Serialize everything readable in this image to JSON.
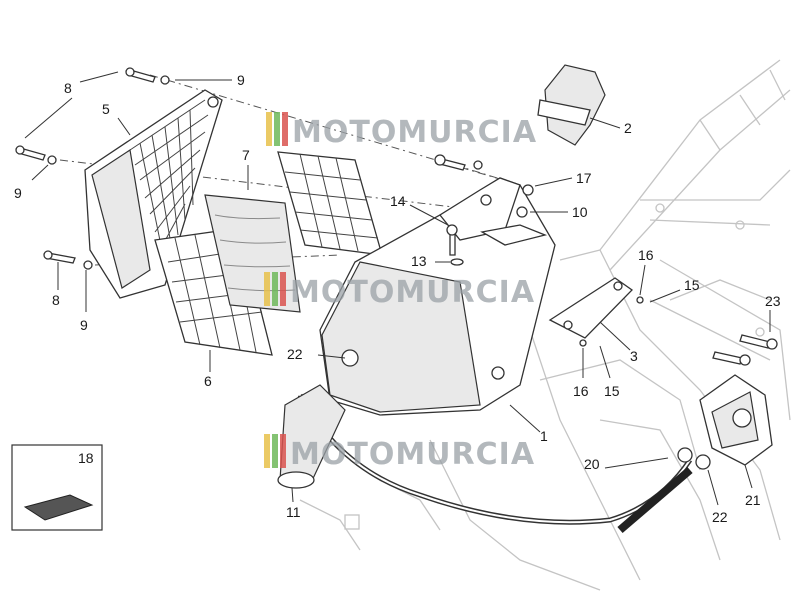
{
  "watermark": {
    "text": "MOTOMURCIA",
    "stripe_colors": [
      "#e8c14a",
      "#6fb85a",
      "#d9534f"
    ]
  },
  "callouts": [
    {
      "id": "c-8-top",
      "text": "8"
    },
    {
      "id": "c-9-top",
      "text": "9"
    },
    {
      "id": "c-5",
      "text": "5"
    },
    {
      "id": "c-9-left",
      "text": "9"
    },
    {
      "id": "c-7",
      "text": "7"
    },
    {
      "id": "c-2",
      "text": "2"
    },
    {
      "id": "c-17",
      "text": "17"
    },
    {
      "id": "c-14",
      "text": "14"
    },
    {
      "id": "c-10",
      "text": "10"
    },
    {
      "id": "c-13",
      "text": "13"
    },
    {
      "id": "c-16-top",
      "text": "16"
    },
    {
      "id": "c-15-top",
      "text": "15"
    },
    {
      "id": "c-8-bottom",
      "text": "8"
    },
    {
      "id": "c-9-bottom",
      "text": "9"
    },
    {
      "id": "c-23",
      "text": "23"
    },
    {
      "id": "c-22-left",
      "text": "22"
    },
    {
      "id": "c-3",
      "text": "3"
    },
    {
      "id": "c-16-bottom",
      "text": "16"
    },
    {
      "id": "c-15-bottom",
      "text": "15"
    },
    {
      "id": "c-6",
      "text": "6"
    },
    {
      "id": "c-1",
      "text": "1"
    },
    {
      "id": "c-18",
      "text": "18"
    },
    {
      "id": "c-20",
      "text": "20"
    },
    {
      "id": "c-21",
      "text": "21"
    },
    {
      "id": "c-22-bottom",
      "text": "22"
    },
    {
      "id": "c-11",
      "text": "11"
    }
  ]
}
